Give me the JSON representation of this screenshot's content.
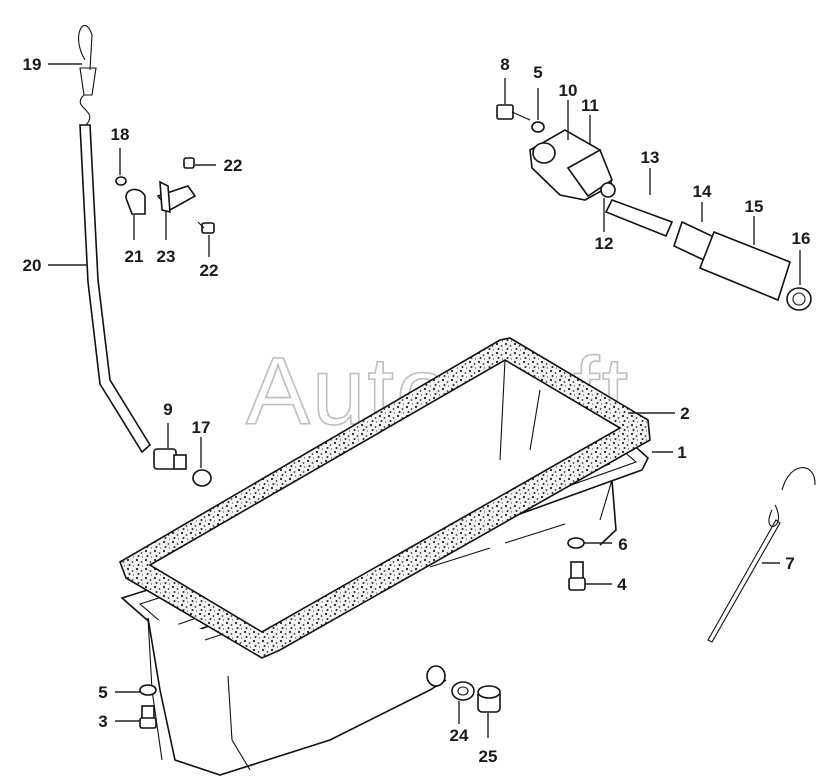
{
  "watermark": "AutoSoft",
  "callouts": [
    {
      "id": "c1",
      "text": "1"
    },
    {
      "id": "c2",
      "text": "2"
    },
    {
      "id": "c3",
      "text": "3"
    },
    {
      "id": "c4",
      "text": "4"
    },
    {
      "id": "c5a",
      "text": "5"
    },
    {
      "id": "c5b",
      "text": "5"
    },
    {
      "id": "c6",
      "text": "6"
    },
    {
      "id": "c7",
      "text": "7"
    },
    {
      "id": "c8",
      "text": "8"
    },
    {
      "id": "c9",
      "text": "9"
    },
    {
      "id": "c10",
      "text": "10"
    },
    {
      "id": "c11",
      "text": "11"
    },
    {
      "id": "c12",
      "text": "12"
    },
    {
      "id": "c13",
      "text": "13"
    },
    {
      "id": "c14",
      "text": "14"
    },
    {
      "id": "c15",
      "text": "15"
    },
    {
      "id": "c16",
      "text": "16"
    },
    {
      "id": "c17",
      "text": "17"
    },
    {
      "id": "c18",
      "text": "18"
    },
    {
      "id": "c19",
      "text": "19"
    },
    {
      "id": "c20",
      "text": "20"
    },
    {
      "id": "c21",
      "text": "21"
    },
    {
      "id": "c22a",
      "text": "22"
    },
    {
      "id": "c22b",
      "text": "22"
    },
    {
      "id": "c23",
      "text": "23"
    },
    {
      "id": "c24",
      "text": "24"
    },
    {
      "id": "c25",
      "text": "25"
    }
  ]
}
